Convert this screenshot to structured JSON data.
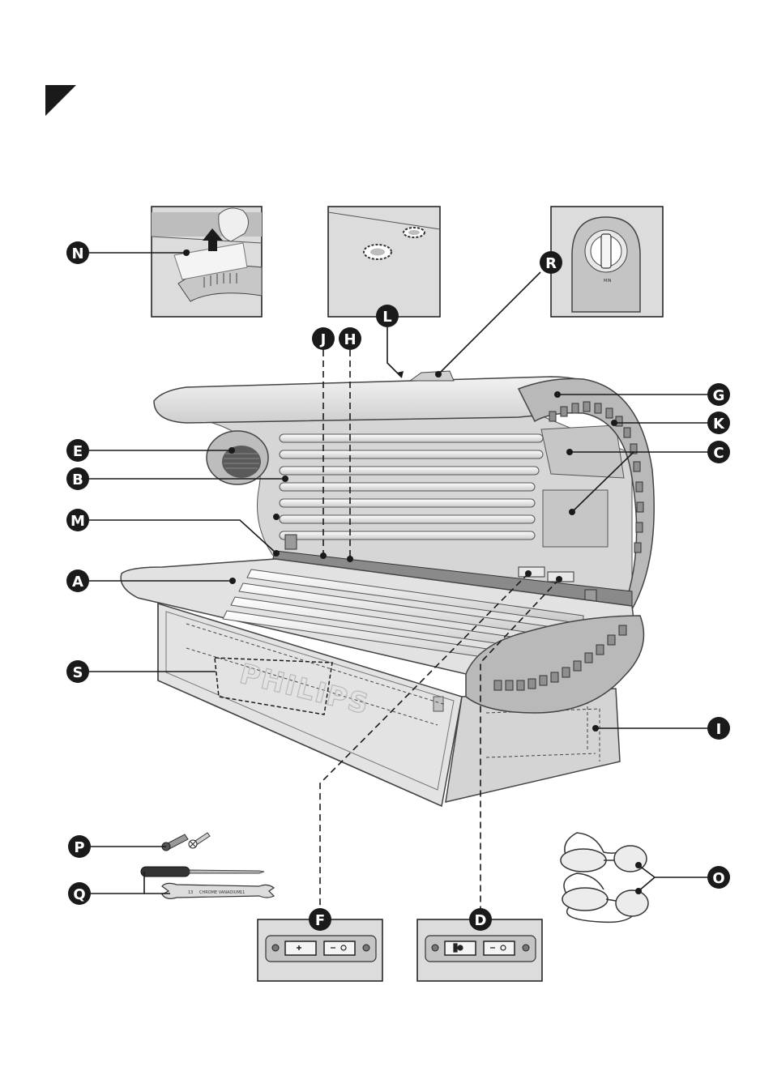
{
  "brand": "PHILIPS",
  "wrench": {
    "size_left": "13",
    "text": "CHROME VANADIUM",
    "size_right": "11"
  },
  "timer": {
    "unit": "MIN"
  },
  "callouts": [
    {
      "letter": "N"
    },
    {
      "letter": "L"
    },
    {
      "letter": "R"
    },
    {
      "letter": "J"
    },
    {
      "letter": "H"
    },
    {
      "letter": "G"
    },
    {
      "letter": "K"
    },
    {
      "letter": "C"
    },
    {
      "letter": "E"
    },
    {
      "letter": "B"
    },
    {
      "letter": "M"
    },
    {
      "letter": "A"
    },
    {
      "letter": "S"
    },
    {
      "letter": "I"
    },
    {
      "letter": "P"
    },
    {
      "letter": "Q"
    },
    {
      "letter": "O"
    },
    {
      "letter": "F"
    },
    {
      "letter": "D"
    }
  ],
  "colors": {
    "ink": "#1a1a1a",
    "body_fill": "#e6e6e6",
    "panel_fill": "#d2d2d2",
    "shade": "#bdbdbd"
  }
}
